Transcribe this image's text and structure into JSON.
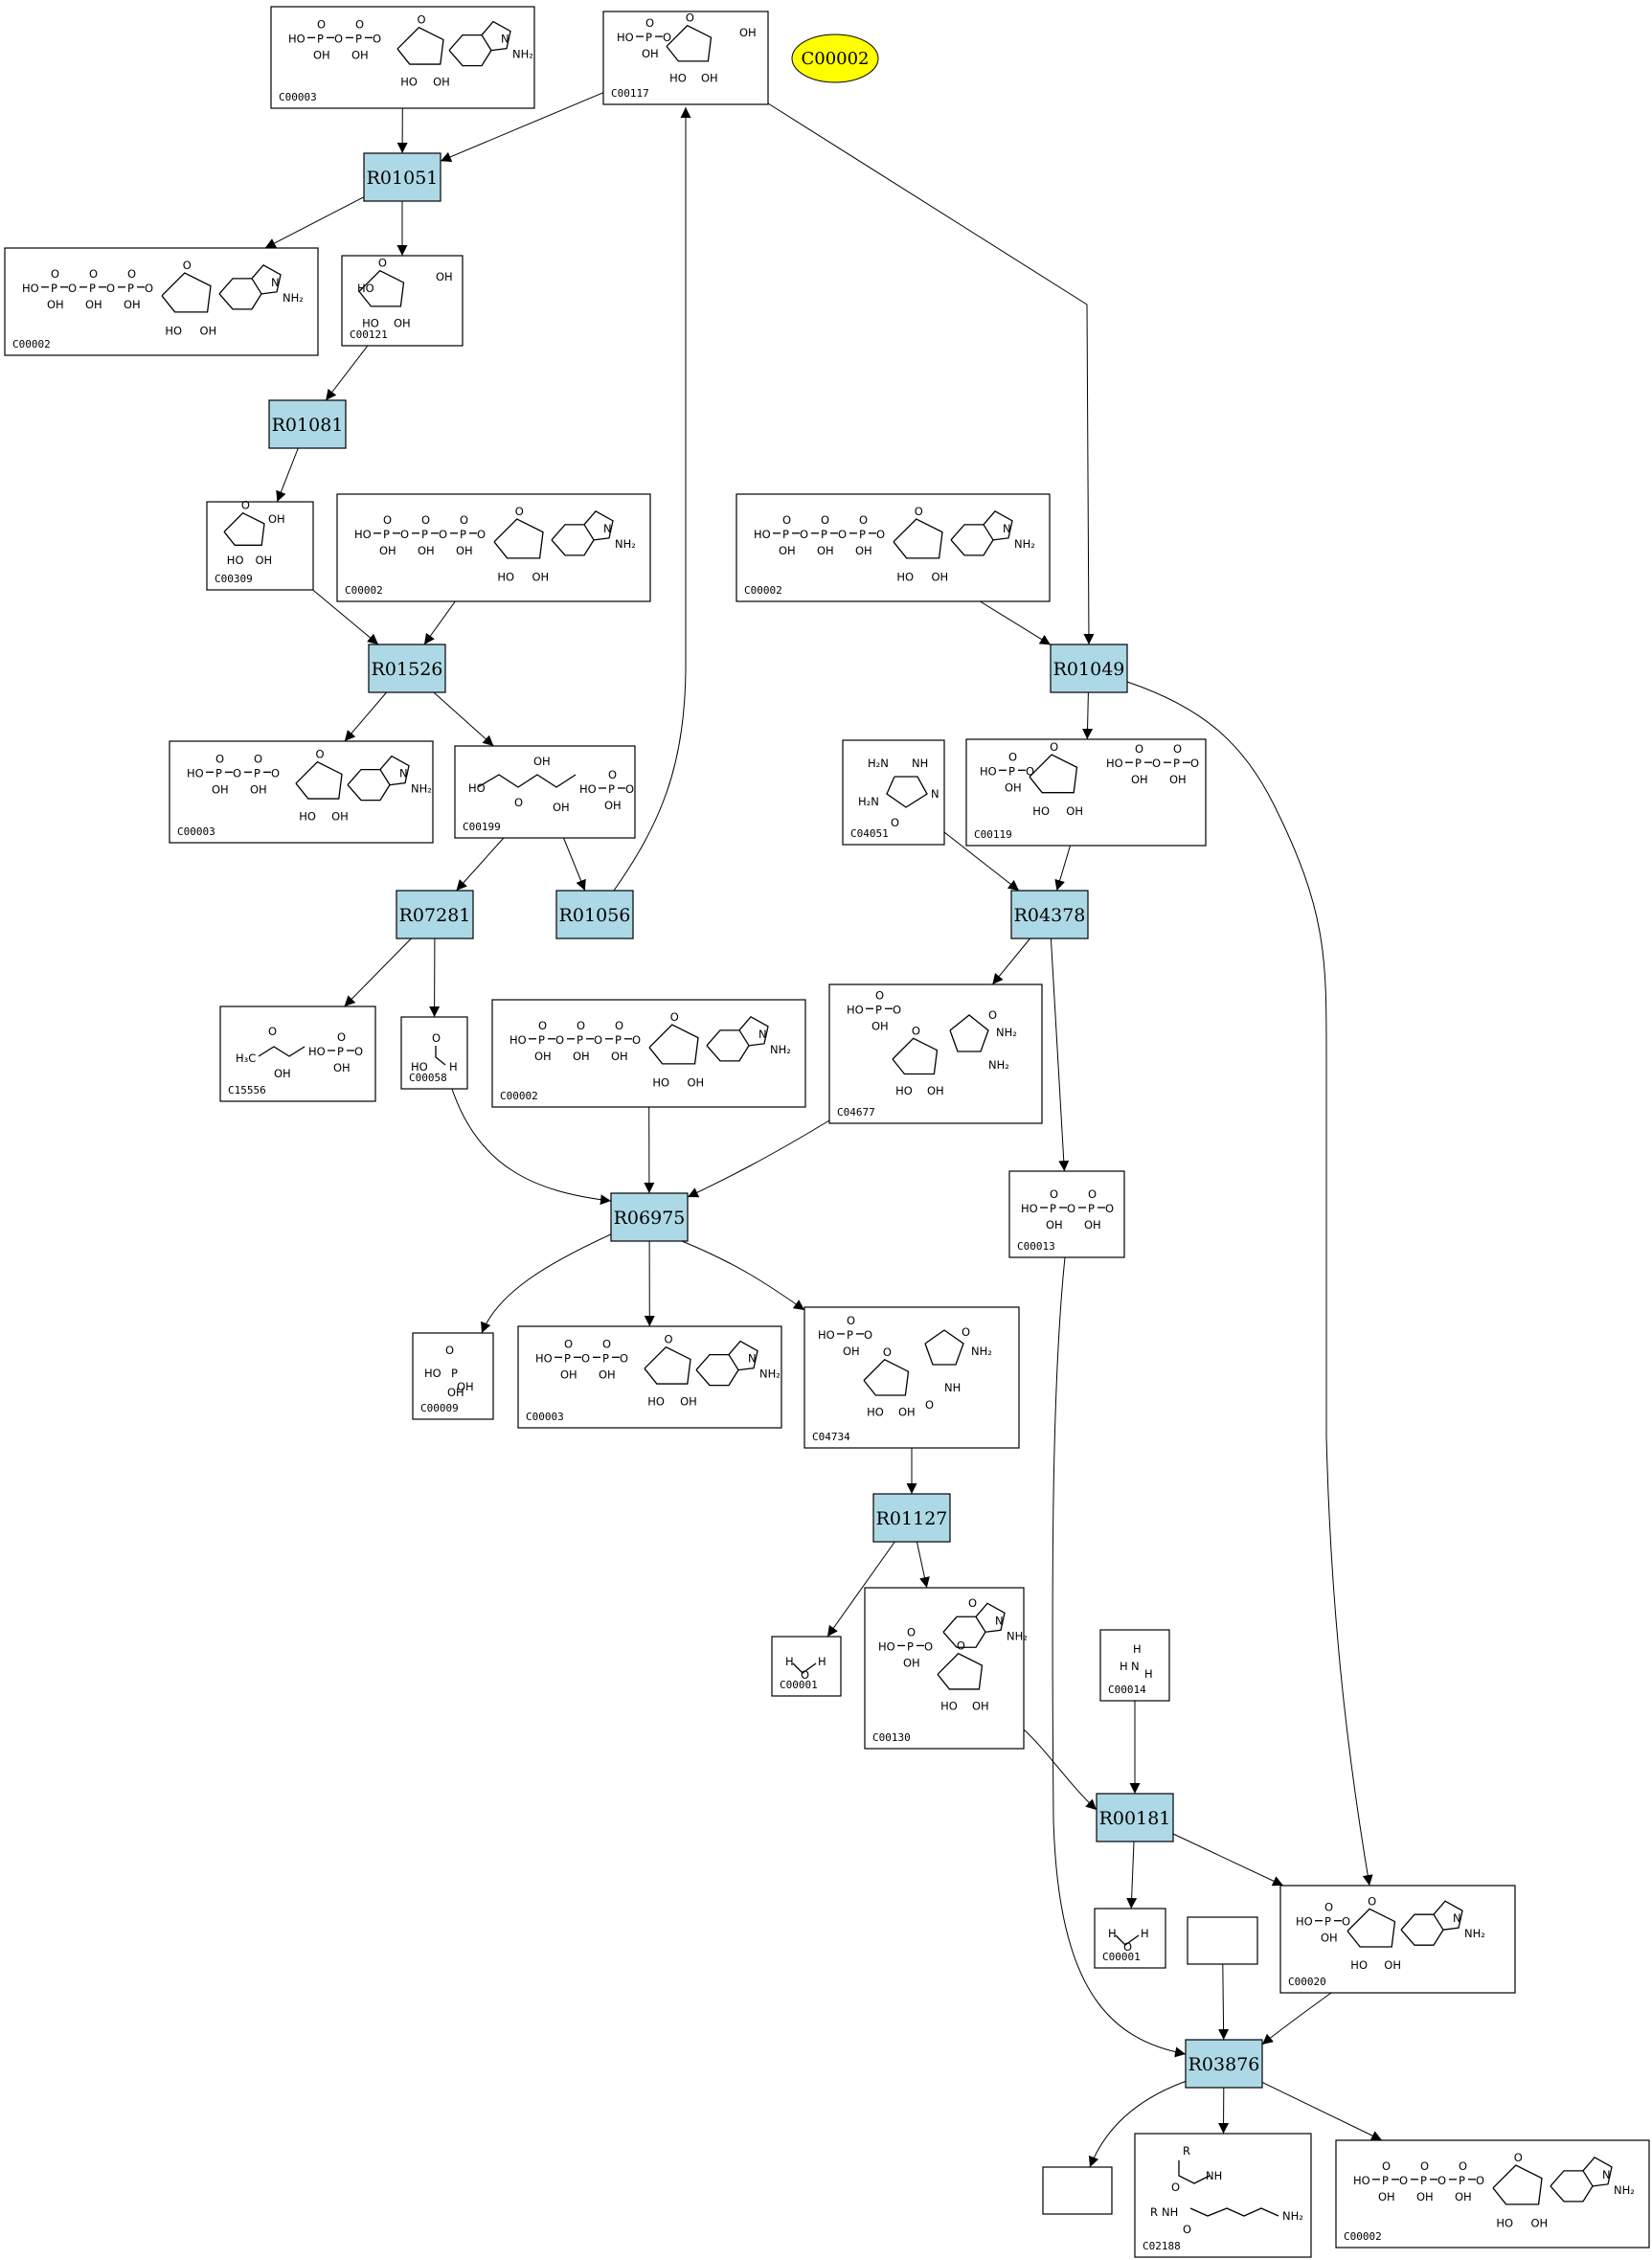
{
  "colors": {
    "reaction_fill": "#add8e6",
    "highlight_fill": "#ffff00"
  },
  "highlight": {
    "label": "C00002"
  },
  "reactions": [
    {
      "id": "r01051",
      "label": "R01051"
    },
    {
      "id": "r01081",
      "label": "R01081"
    },
    {
      "id": "r01526",
      "label": "R01526"
    },
    {
      "id": "r07281",
      "label": "R07281"
    },
    {
      "id": "r01056",
      "label": "R01056"
    },
    {
      "id": "r01049",
      "label": "R01049"
    },
    {
      "id": "r04378",
      "label": "R04378"
    },
    {
      "id": "r06975",
      "label": "R06975"
    },
    {
      "id": "r01127",
      "label": "R01127"
    },
    {
      "id": "r00181",
      "label": "R00181"
    },
    {
      "id": "r03876",
      "label": "R03876"
    }
  ],
  "compounds": [
    {
      "id": "c00003_a",
      "label": "C00003",
      "structure": "nad"
    },
    {
      "id": "c00117",
      "label": "C00117",
      "structure": "r5p"
    },
    {
      "id": "c00002_a",
      "label": "C00002",
      "structure": "atp"
    },
    {
      "id": "c00121",
      "label": "C00121",
      "structure": "ribose"
    },
    {
      "id": "c00309",
      "label": "C00309",
      "structure": "ribulose"
    },
    {
      "id": "c00002_b",
      "label": "C00002",
      "structure": "atp"
    },
    {
      "id": "c00002_c",
      "label": "C00002",
      "structure": "atp"
    },
    {
      "id": "c00003_b",
      "label": "C00003",
      "structure": "nad"
    },
    {
      "id": "c00199",
      "label": "C00199",
      "structure": "ru5p"
    },
    {
      "id": "c04051",
      "label": "C04051",
      "structure": "aica"
    },
    {
      "id": "c00119",
      "label": "C00119",
      "structure": "prpp"
    },
    {
      "id": "c15556",
      "label": "C15556",
      "structure": "dhap"
    },
    {
      "id": "c00058",
      "label": "C00058",
      "structure": "formate"
    },
    {
      "id": "c00002_d",
      "label": "C00002",
      "structure": "atp"
    },
    {
      "id": "c04677",
      "label": "C04677",
      "structure": "aicar"
    },
    {
      "id": "c00013",
      "label": "C00013",
      "structure": "ppi"
    },
    {
      "id": "c00009",
      "label": "C00009",
      "structure": "pi"
    },
    {
      "id": "c00003_c",
      "label": "C00003",
      "structure": "nad"
    },
    {
      "id": "c04734",
      "label": "C04734",
      "structure": "faicar"
    },
    {
      "id": "c00001_a",
      "label": "C00001",
      "structure": "water"
    },
    {
      "id": "c00130",
      "label": "C00130",
      "structure": "imp"
    },
    {
      "id": "c00014",
      "label": "C00014",
      "structure": "ammonia"
    },
    {
      "id": "c00001_b",
      "label": "C00001",
      "structure": "water"
    },
    {
      "id": "c00020",
      "label": "C00020",
      "structure": "amp"
    },
    {
      "id": "blank_a",
      "label": "",
      "structure": "none"
    },
    {
      "id": "blank_b",
      "label": "",
      "structure": "none"
    },
    {
      "id": "c02188",
      "label": "C02188",
      "structure": "lysine"
    },
    {
      "id": "c00002_e",
      "label": "C00002",
      "structure": "atp"
    }
  ],
  "edges": [
    [
      "c00003_a",
      "r01051"
    ],
    [
      "c00117",
      "r01051"
    ],
    [
      "r01051",
      "c00002_a"
    ],
    [
      "r01051",
      "c00121"
    ],
    [
      "c00121",
      "r01081"
    ],
    [
      "r01081",
      "c00309"
    ],
    [
      "c00309",
      "r01526"
    ],
    [
      "c00002_b",
      "r01526"
    ],
    [
      "r01526",
      "c00003_b"
    ],
    [
      "r01526",
      "c00199"
    ],
    [
      "c00199",
      "r07281"
    ],
    [
      "c00199",
      "r01056"
    ],
    [
      "r01056",
      "c00117"
    ],
    [
      "r07281",
      "c15556"
    ],
    [
      "r07281",
      "c00058"
    ],
    [
      "c00117",
      "r01049"
    ],
    [
      "c00002_c",
      "r01049"
    ],
    [
      "r01049",
      "c00119"
    ],
    [
      "r01049",
      "c00020"
    ],
    [
      "c04051",
      "r04378"
    ],
    [
      "c00119",
      "r04378"
    ],
    [
      "r04378",
      "c04677"
    ],
    [
      "r04378",
      "c00013"
    ],
    [
      "c00058",
      "r06975"
    ],
    [
      "c00002_d",
      "r06975"
    ],
    [
      "c04677",
      "r06975"
    ],
    [
      "r06975",
      "c00009"
    ],
    [
      "r06975",
      "c00003_c"
    ],
    [
      "r06975",
      "c04734"
    ],
    [
      "c04734",
      "r01127"
    ],
    [
      "r01127",
      "c00001_a"
    ],
    [
      "r01127",
      "c00130"
    ],
    [
      "c00130",
      "r00181"
    ],
    [
      "c00014",
      "r00181"
    ],
    [
      "r00181",
      "c00001_b"
    ],
    [
      "r00181",
      "c00020"
    ],
    [
      "c00013",
      "r03876"
    ],
    [
      "blank_a",
      "r03876"
    ],
    [
      "c00020",
      "r03876"
    ],
    [
      "r03876",
      "blank_b"
    ],
    [
      "r03876",
      "c02188"
    ],
    [
      "r03876",
      "c00002_e"
    ]
  ]
}
